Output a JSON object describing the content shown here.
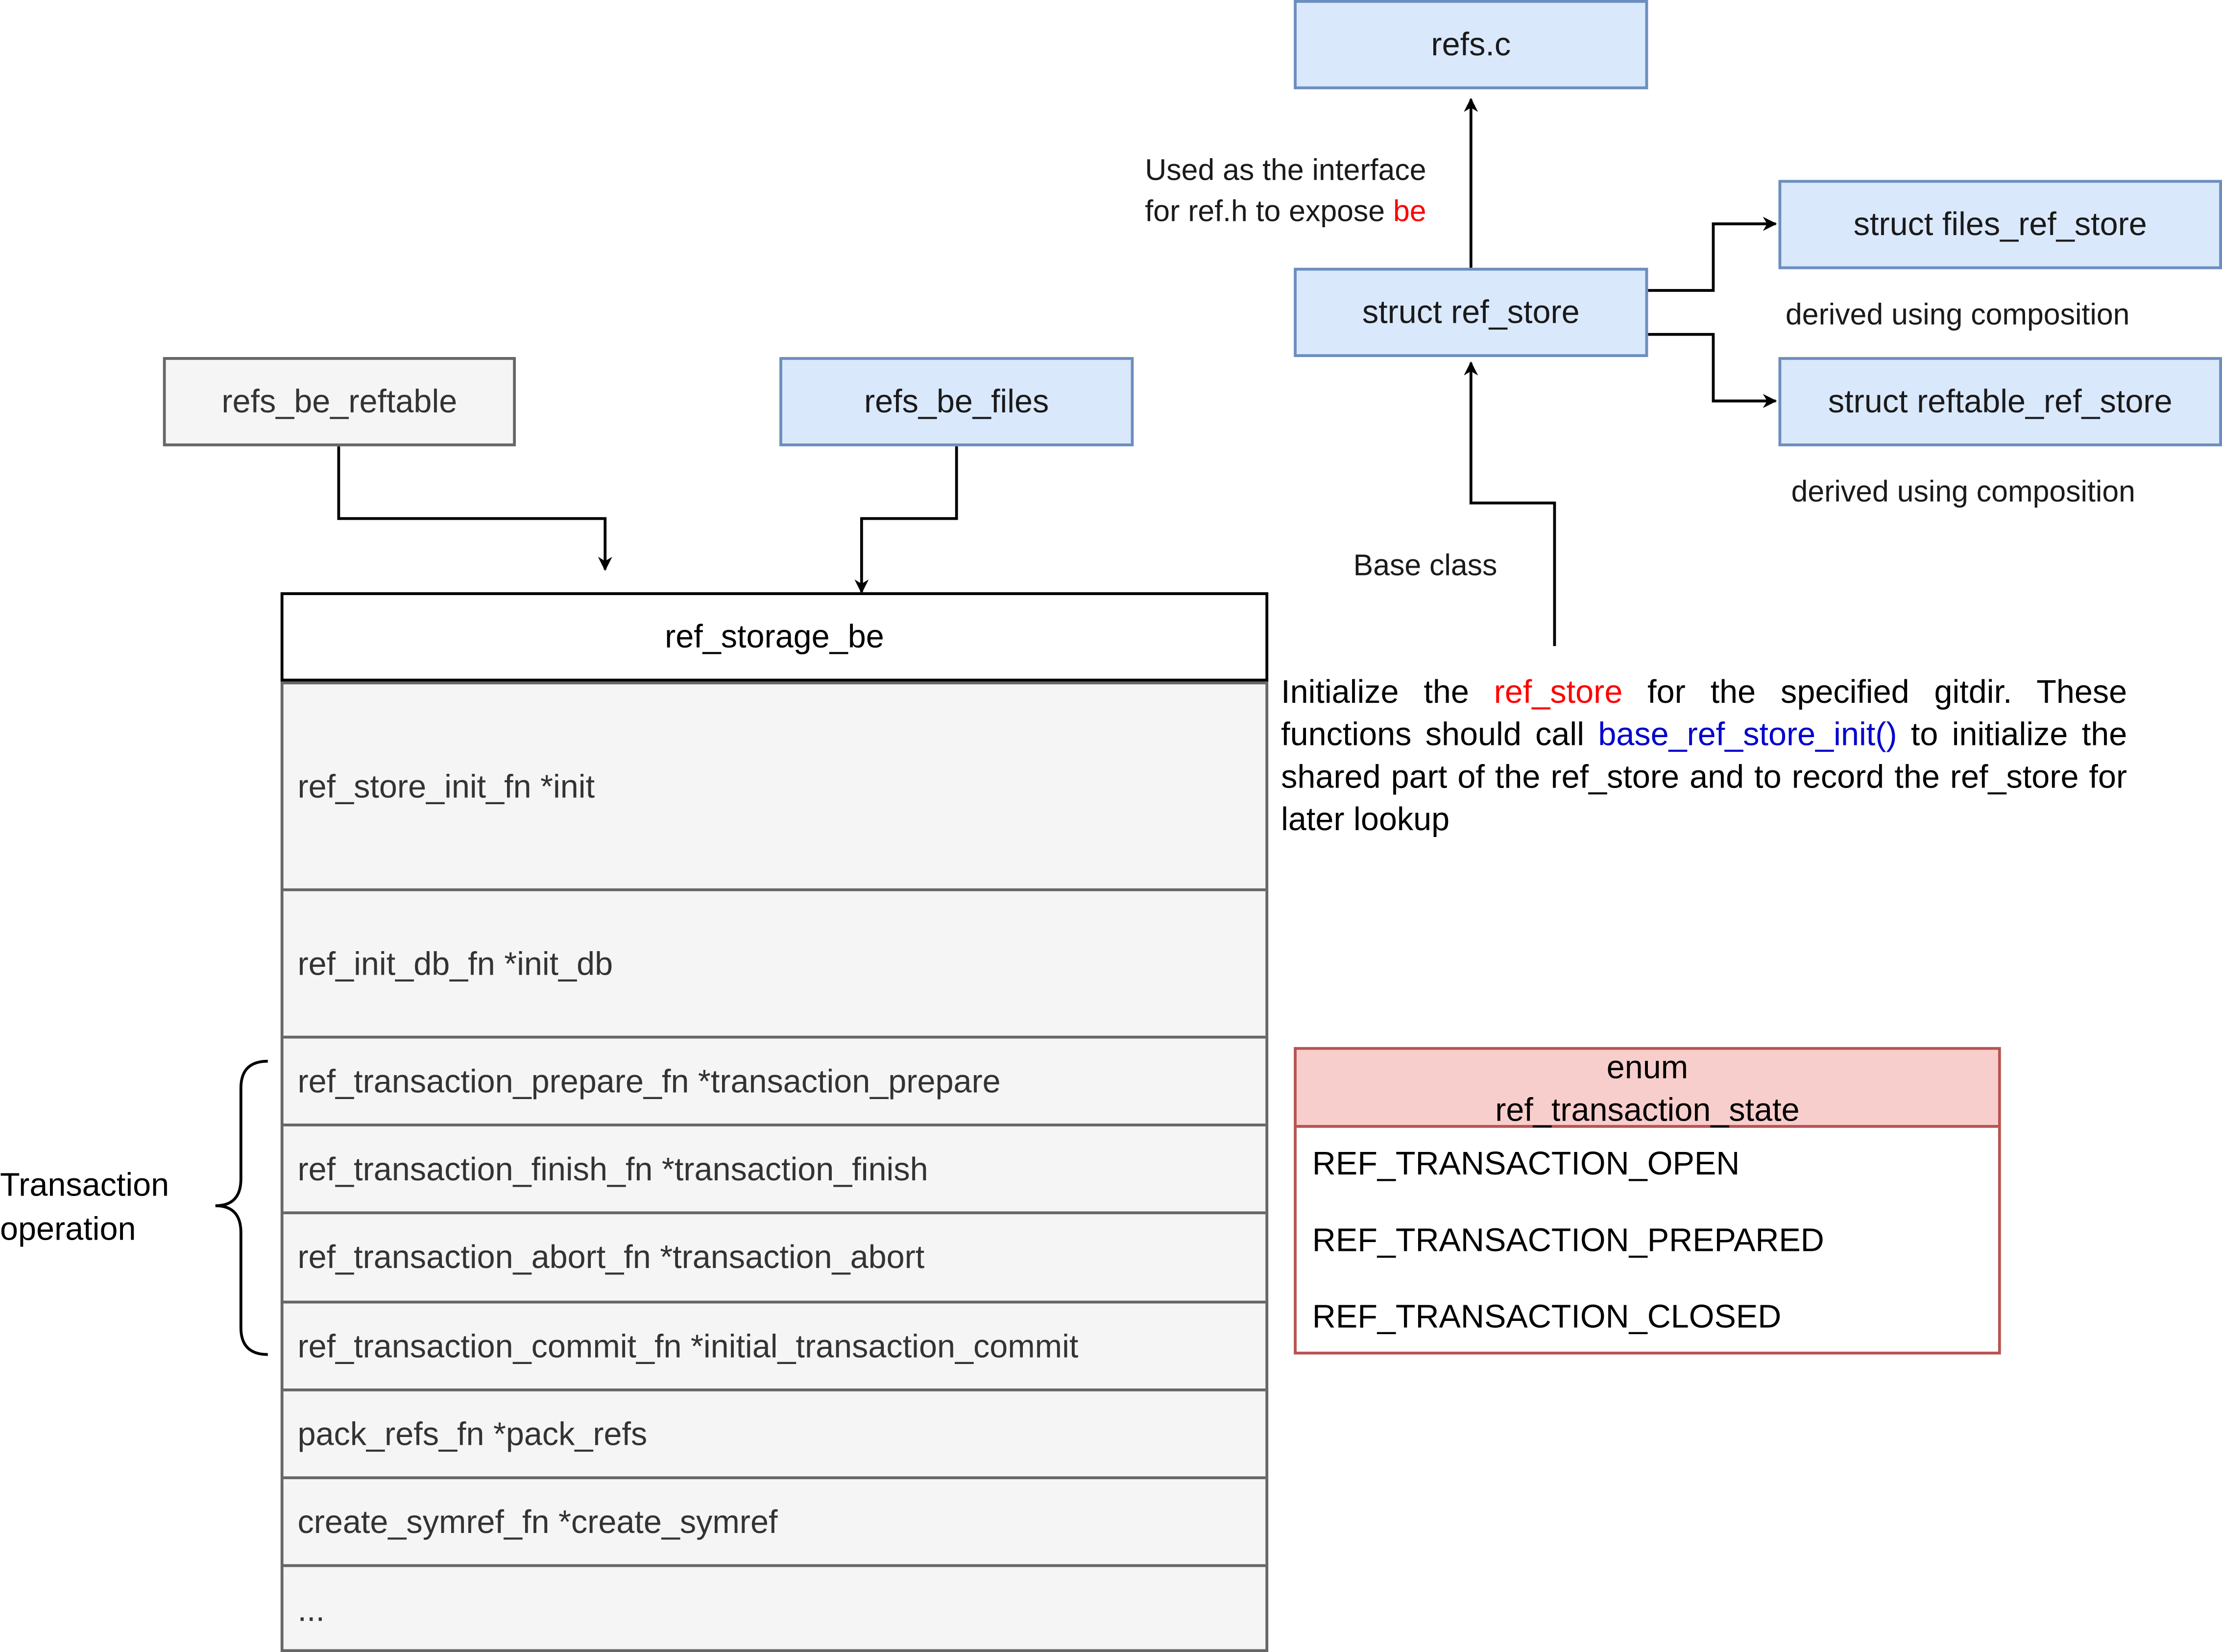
{
  "nodes": {
    "refs_c": "refs.c",
    "ref_store": "struct ref_store",
    "files_ref_store": "struct files_ref_store",
    "reftable_ref_store": "struct reftable_ref_store",
    "refs_be_reftable": "refs_be_reftable",
    "refs_be_files": "refs_be_files"
  },
  "labels": {
    "interface_line1": "Used as the interface",
    "interface_line2_prefix": "for ref.h to expose ",
    "interface_line2_highlight": "be",
    "derived_files": "derived using composition",
    "derived_reftable": "derived using composition",
    "base_class": "Base class",
    "transaction_line1": "Transaction",
    "transaction_line2": "operation"
  },
  "description": {
    "part1": "Initialize the ",
    "highlight_red": "ref_store",
    "part2": " for the specified gitdir. These functions should call ",
    "highlight_blue": "base_ref_store_init()",
    "part3": " to initialize the shared part of the ref_store and to record the ref_store for later lookup"
  },
  "ref_storage_be": {
    "title": "ref_storage_be",
    "rows": [
      "ref_store_init_fn *init",
      "ref_init_db_fn *init_db",
      "ref_transaction_prepare_fn *transaction_prepare",
      "ref_transaction_finish_fn *transaction_finish",
      "ref_transaction_abort_fn *transaction_abort",
      "ref_transaction_commit_fn *initial_transaction_commit",
      "pack_refs_fn *pack_refs",
      "create_symref_fn *create_symref",
      "..."
    ]
  },
  "enum_state": {
    "title_line1": "enum",
    "title_line2": "ref_transaction_state",
    "items": [
      "REF_TRANSACTION_OPEN",
      "REF_TRANSACTION_PREPARED",
      "REF_TRANSACTION_CLOSED"
    ]
  },
  "colors": {
    "blue_fill": "#dae8fc",
    "blue_stroke": "#6c8ebf",
    "gray_fill": "#f5f5f5",
    "gray_stroke": "#666666",
    "red_fill": "#f8cecc",
    "red_stroke": "#b85450",
    "highlight_red": "#ff0000",
    "highlight_blue": "#0000cc"
  }
}
